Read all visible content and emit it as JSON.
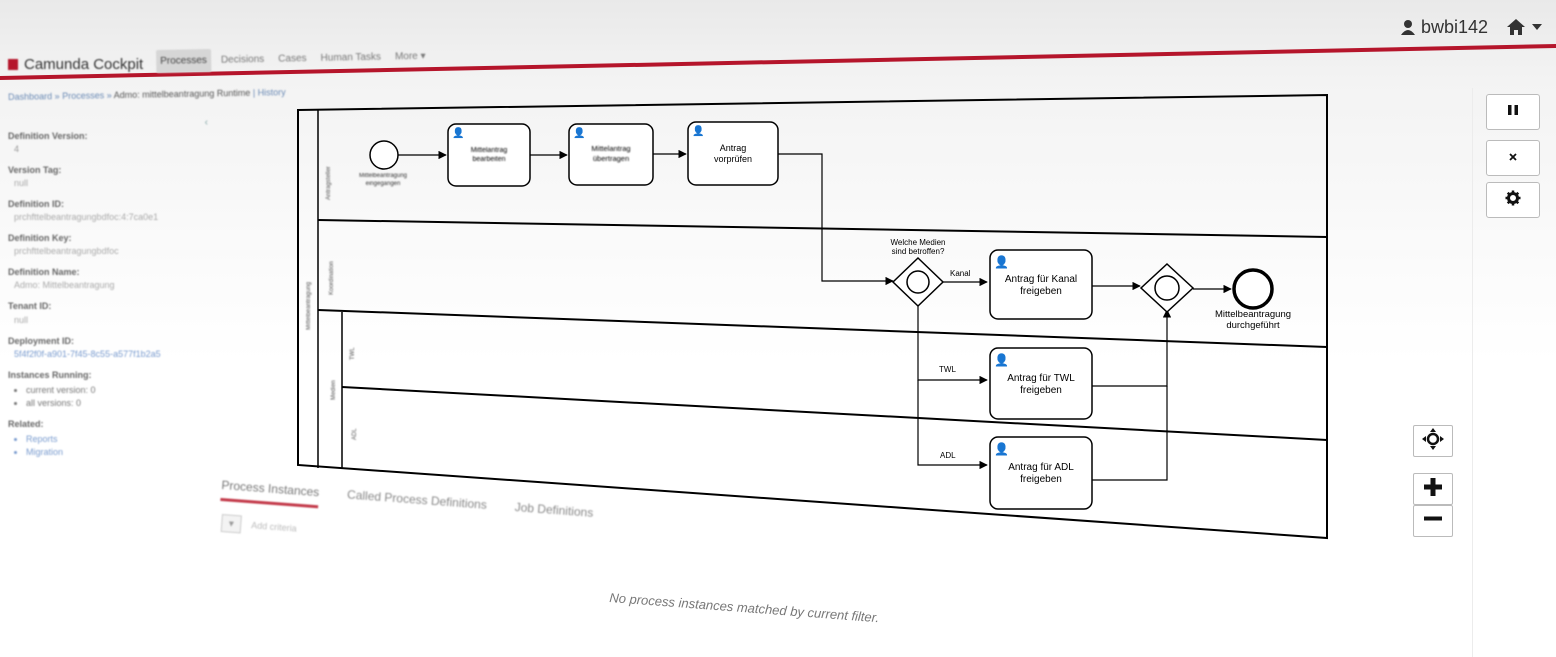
{
  "user_bar": {
    "username": "bwbi142",
    "user_icon": "user-icon",
    "home_icon": "home-icon",
    "dropdown_icon": "caret-down-icon"
  },
  "header": {
    "brand": "Camunda Cockpit",
    "brand_color": "#b5152b",
    "nav": [
      "Processes",
      "Decisions",
      "Cases",
      "Human Tasks",
      "More ▾"
    ],
    "active_nav": "Processes"
  },
  "breadcrumb": {
    "dashboard": "Dashboard",
    "processes": "Processes",
    "sep": "»",
    "process": "Admo: mittelbeantragung",
    "runtime": "Runtime",
    "divider": "|",
    "history": "History"
  },
  "sidebar": {
    "fields": [
      {
        "label": "Definition Version:",
        "value": "4"
      },
      {
        "label": "Version Tag:",
        "value": "null"
      },
      {
        "label": "Definition ID:",
        "value": "prchfttelbeantragungbdfoc:4:7ca0e1"
      },
      {
        "label": "Definition Key:",
        "value": "prchfttelbeantragungbdfoc"
      },
      {
        "label": "Definition Name:",
        "value": "Admo: Mittelbeantragung"
      },
      {
        "label": "Tenant ID:",
        "value": "null"
      },
      {
        "label": "Deployment ID:",
        "value": "5f4f2f0f-a901-7f45-8c55-a577f1b2a5"
      }
    ],
    "instances_label": "Instances Running:",
    "instances": [
      "current version: 0",
      "all versions: 0"
    ],
    "related_label": "Related:",
    "related": [
      "Reports",
      "Migration"
    ]
  },
  "diagram": {
    "start_label_1": "Mittelbeantragung",
    "start_label_2": "eingegangen",
    "task_1_line1": "Mittelantrag",
    "task_1_line2": "bearbeiten",
    "task_2_line1": "Mittelantrag",
    "task_2_line2": "übertragen",
    "task_3_line1": "Antrag",
    "task_3_line2": "vorprüfen",
    "gateway_label_1": "Welche Medien",
    "gateway_label_2": "sind betroffen?",
    "flow_kanal": "Kanal",
    "flow_twl": "TWL",
    "flow_adl": "ADL",
    "task_kanal_1": "Antrag für Kanal",
    "task_kanal_2": "freigeben",
    "task_twl_1": "Antrag für TWL",
    "task_twl_2": "freigeben",
    "task_adl_1": "Antrag für ADL",
    "task_adl_2": "freigeben",
    "end_label_1": "Mittelbeantragung",
    "end_label_2": "durchgeführt"
  },
  "controls": {
    "pause_icon": "pause-icon",
    "close_icon": "close-icon",
    "settings_icon": "gear-icon",
    "reset_zoom_icon": "crosshair-icon",
    "zoom_in_icon": "plus-icon",
    "zoom_out_icon": "minus-icon"
  },
  "bottom_tabs": [
    "Process Instances",
    "Called Process Definitions",
    "Job Definitions"
  ],
  "filter": {
    "button": "▾",
    "placeholder": "Add criteria"
  },
  "empty_message": "No process instances matched by current filter."
}
